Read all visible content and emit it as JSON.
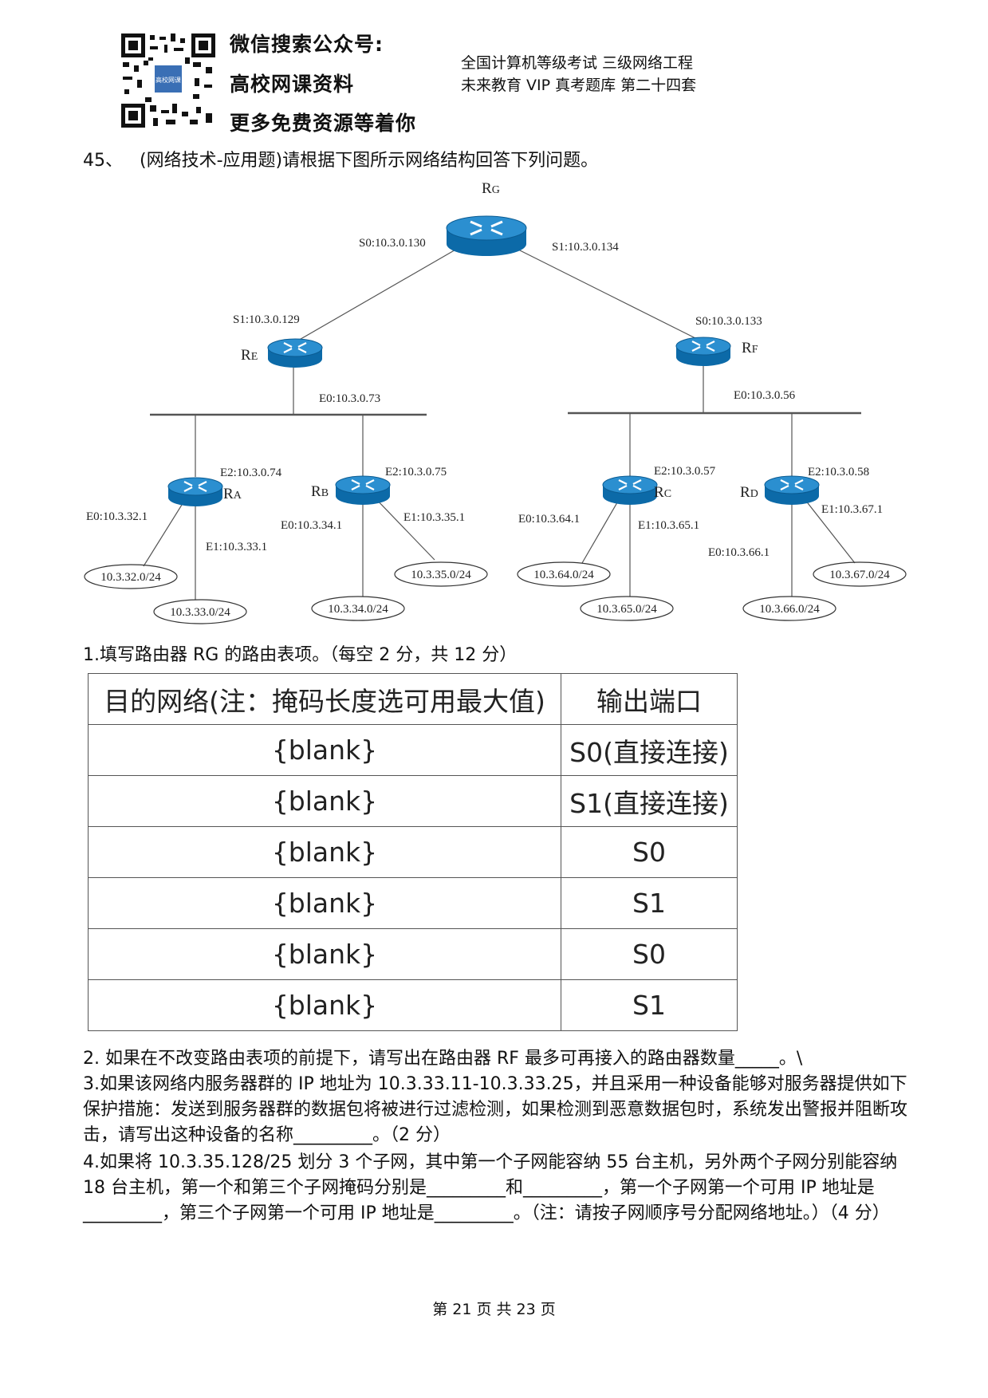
{
  "header": {
    "wechat_line1": "微信搜索公众号:",
    "wechat_line2": "高校网课资料",
    "wechat_line3": "更多免费资源等着你",
    "exam_title": "全国计算机等级考试 三级网络工程",
    "exam_subtitle": "未来教育 VIP 真考题库 第二十四套",
    "qr_center_text": "高校网课"
  },
  "question": {
    "number": "45、",
    "title": "(网络技术-应用题)请根据下图所示网络结构回答下列问题。"
  },
  "diagram": {
    "RG": {
      "name": "R",
      "sub": "G",
      "s0": "S0:10.3.0.130",
      "s1": "S1:10.3.0.134"
    },
    "RE": {
      "name": "R",
      "sub": "E",
      "s1": "S1:10.3.0.129",
      "e0": "E0:10.3.0.73"
    },
    "RF": {
      "name": "R",
      "sub": "F",
      "s0": "S0:10.3.0.133",
      "e0": "E0:10.3.0.56"
    },
    "RA": {
      "name": "R",
      "sub": "A",
      "e2": "E2:10.3.0.74",
      "e0": "E0:10.3.32.1",
      "e1": "E1:10.3.33.1"
    },
    "RB": {
      "name": "R",
      "sub": "B",
      "e2": "E2:10.3.0.75",
      "e0": "E0:10.3.34.1",
      "e1": "E1:10.3.35.1"
    },
    "RC": {
      "name": "R",
      "sub": "C",
      "e2": "E2:10.3.0.57",
      "e0": "E0:10.3.64.1",
      "e1": "E1:10.3.65.1"
    },
    "RD": {
      "name": "R",
      "sub": "D",
      "e2": "E2:10.3.0.58",
      "e0": "E0:10.3.66.1",
      "e1": "E1:10.3.67.1"
    },
    "networks": [
      "10.3.32.0/24",
      "10.3.33.0/24",
      "10.3.34.0/24",
      "10.3.35.0/24",
      "10.3.64.0/24",
      "10.3.65.0/24",
      "10.3.66.0/24",
      "10.3.67.0/24"
    ]
  },
  "part1": {
    "prompt": "1.填写路由器 RG 的路由表项。（每空 2 分，共 12 分）"
  },
  "table": {
    "headers": [
      "目的网络(注：掩码长度选可用最大值)",
      "输出端口"
    ],
    "rows": [
      [
        "{blank}",
        "S0(直接连接)"
      ],
      [
        "{blank}",
        "S1(直接连接)"
      ],
      [
        "{blank}",
        "S0"
      ],
      [
        "{blank}",
        "S1"
      ],
      [
        "{blank}",
        "S0"
      ],
      [
        "{blank}",
        "S1"
      ]
    ]
  },
  "part2": "2. 如果在不改变路由表项的前提下，请写出在路由器 RF 最多可再接入的路由器数量_____。\\",
  "part3": "3.如果该网络内服务器群的 IP 地址为 10.3.33.11-10.3.33.25，并且采用一种设备能够对服务器提供如下保护措施：发送到服务器群的数据包将被进行过滤检测，如果检测到恶意数据包时，系统发出警报并阻断攻击，请写出这种设备的名称_________。（2 分）",
  "part4": "4.如果将 10.3.35.128/25 划分 3 个子网，其中第一个子网能容纳 55 台主机，另外两个子网分别能容纳 18 台主机，第一个和第三个子网掩码分别是_________和_________，第一个子网第一个可用 IP 地址是_________，第三个子网第一个可用 IP 地址是_________。（注：请按子网顺序号分配网络地址。）（4 分）",
  "footer": "第 21 页 共 23 页",
  "colors": {
    "router_top": "#1d83c0",
    "router_body": "#0c6aa8",
    "line": "#555555"
  }
}
